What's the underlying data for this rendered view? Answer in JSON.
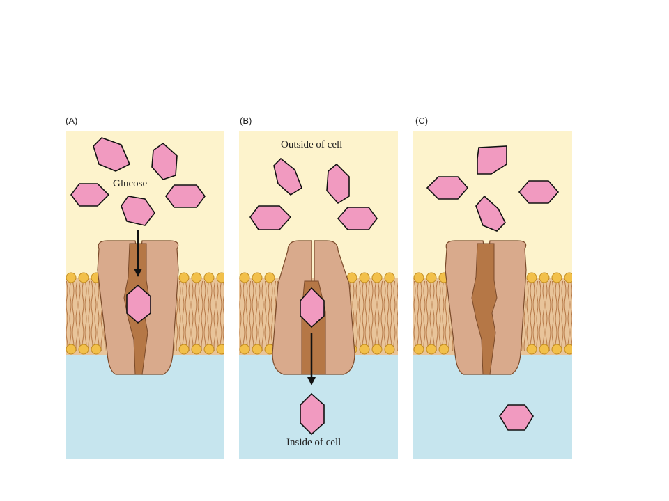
{
  "panels": [
    {
      "label": "(A)"
    },
    {
      "label": "(B)",
      "outside_label": "Outside of cell",
      "inside_label": "Inside of cell"
    },
    {
      "label": "(C)"
    }
  ],
  "glucose_label": "Glucose",
  "colors": {
    "outside": "#fdf3cc",
    "inside": "#c6e5ee",
    "membrane_tail": "#c98d5a",
    "head": "#f2c04a",
    "transporter": "#d9aa8c",
    "channel": "#b57746",
    "glucose": "#f19ac0",
    "glucose_edge": "#111111"
  }
}
